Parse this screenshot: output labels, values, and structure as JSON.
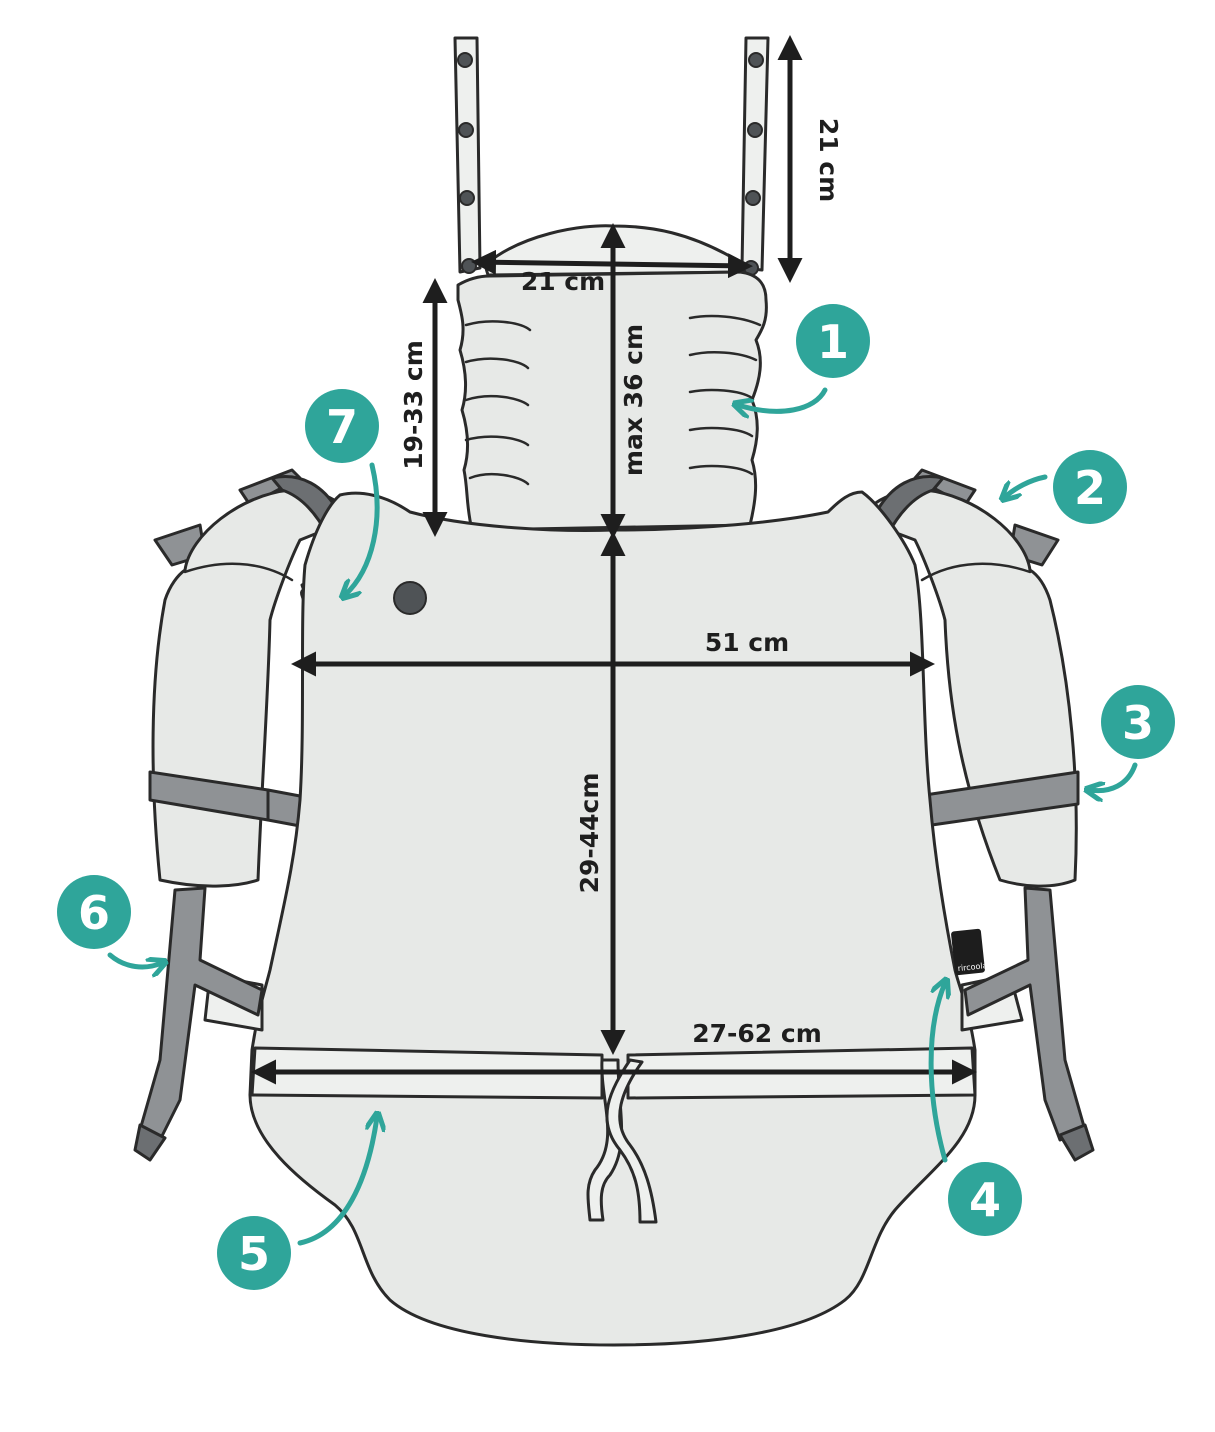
{
  "dimensions": {
    "strap_length": "21 cm",
    "headrest_width": "21 cm",
    "headrest_height": "19-33 cm",
    "headrest_max": "max 36 cm",
    "panel_width": "51 cm",
    "panel_height": "29-44cm",
    "seat_width": "27-62 cm"
  },
  "callouts": [
    "1",
    "2",
    "3",
    "4",
    "5",
    "6",
    "7"
  ],
  "brand_label": "rircoola",
  "colors": {
    "accent": "#2fa59a",
    "fabric": "#e7e9e7",
    "webbing": "#8f9295",
    "ink": "#1e1e1e"
  }
}
